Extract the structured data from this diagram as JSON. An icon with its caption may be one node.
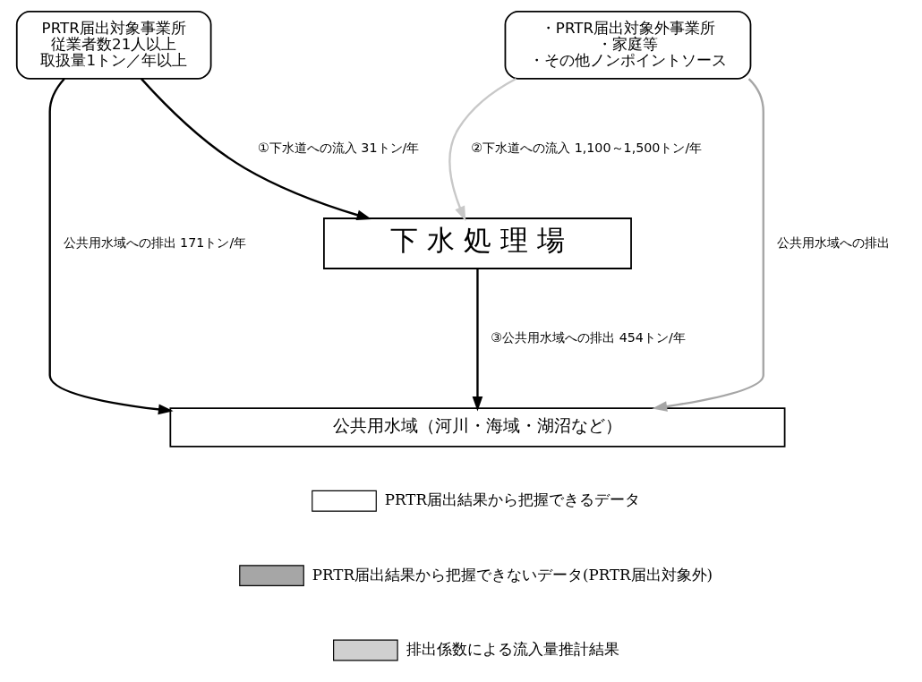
{
  "diagram": {
    "nodes": [
      {
        "text": [
          "PRTR届出対象事業所",
          "従業者数21人以上",
          "取扱量1トン／年以上"
        ]
      },
      {
        "text": [
          "・PRTR届出対象外事業所",
          "・家庭等",
          "・その他ノンポイントソース"
        ]
      },
      {
        "text": [
          "下 水 処 理 場"
        ]
      },
      {
        "text": [
          "公共用水域（河川・海域・湖沼など）"
        ]
      }
    ],
    "edges": [
      {
        "from": 0,
        "to": 3,
        "arrow": "to",
        "label": "公共用水域への排出 171トン/年"
      },
      {
        "from": 0,
        "to": 2,
        "arrow": "to",
        "label": "①下水道への流入 31トン/年"
      },
      {
        "from": 1,
        "to": 2,
        "arrow": "to",
        "label": "②下水道への流入 1,100～1,500トン/年",
        "color": "#c8c8c8"
      },
      {
        "from": 1,
        "to": 3,
        "arrow": "to",
        "label": "公共用水域への排出",
        "color": "#a6a6a6"
      },
      {
        "from": 2,
        "to": 3,
        "arrow": "to",
        "label": "③公共用水域への排出 454トン/年"
      }
    ],
    "legend": [
      {
        "text": "PRTR届出結果から把握できるデータ"
      },
      {
        "text": "PRTR届出結果から把握できないデータ(PRTR届出対象外)"
      },
      {
        "text": "排出係数による流入量推計結果"
      }
    ]
  }
}
